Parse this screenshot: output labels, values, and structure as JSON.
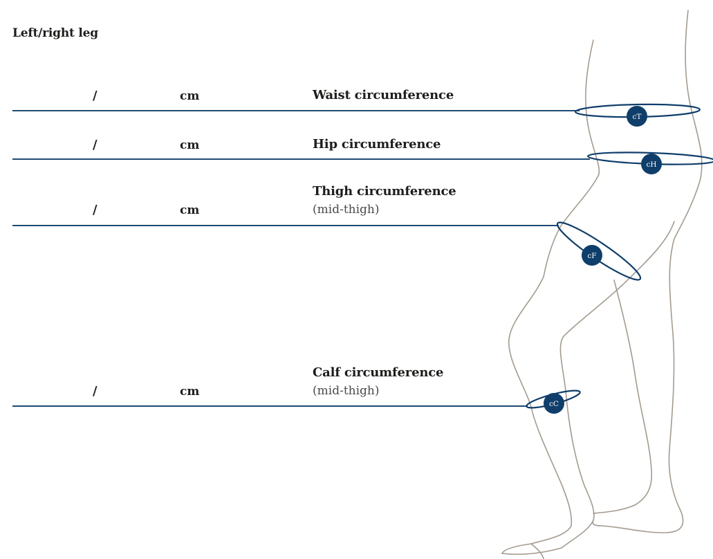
{
  "title": "Left/right leg",
  "rows": [
    {
      "slash": "/",
      "unit": "cm",
      "label": "Waist circumference",
      "sublabel": ""
    },
    {
      "slash": "/",
      "unit": "cm",
      "label": "Hip circumference",
      "sublabel": ""
    },
    {
      "slash": "/",
      "unit": "cm",
      "label": "Thigh circumference",
      "sublabel": "(mid-thigh)"
    },
    {
      "slash": "/",
      "unit": "cm",
      "label": "Calf circumference",
      "sublabel": "(mid-thigh)"
    }
  ],
  "markers": [
    "cT",
    "cH",
    "cF",
    "cC"
  ],
  "colors": {
    "accent": "#0f3e6a",
    "rule": "#1e4a74",
    "outline": "#a39a8f",
    "text": "#1d1d1b"
  }
}
